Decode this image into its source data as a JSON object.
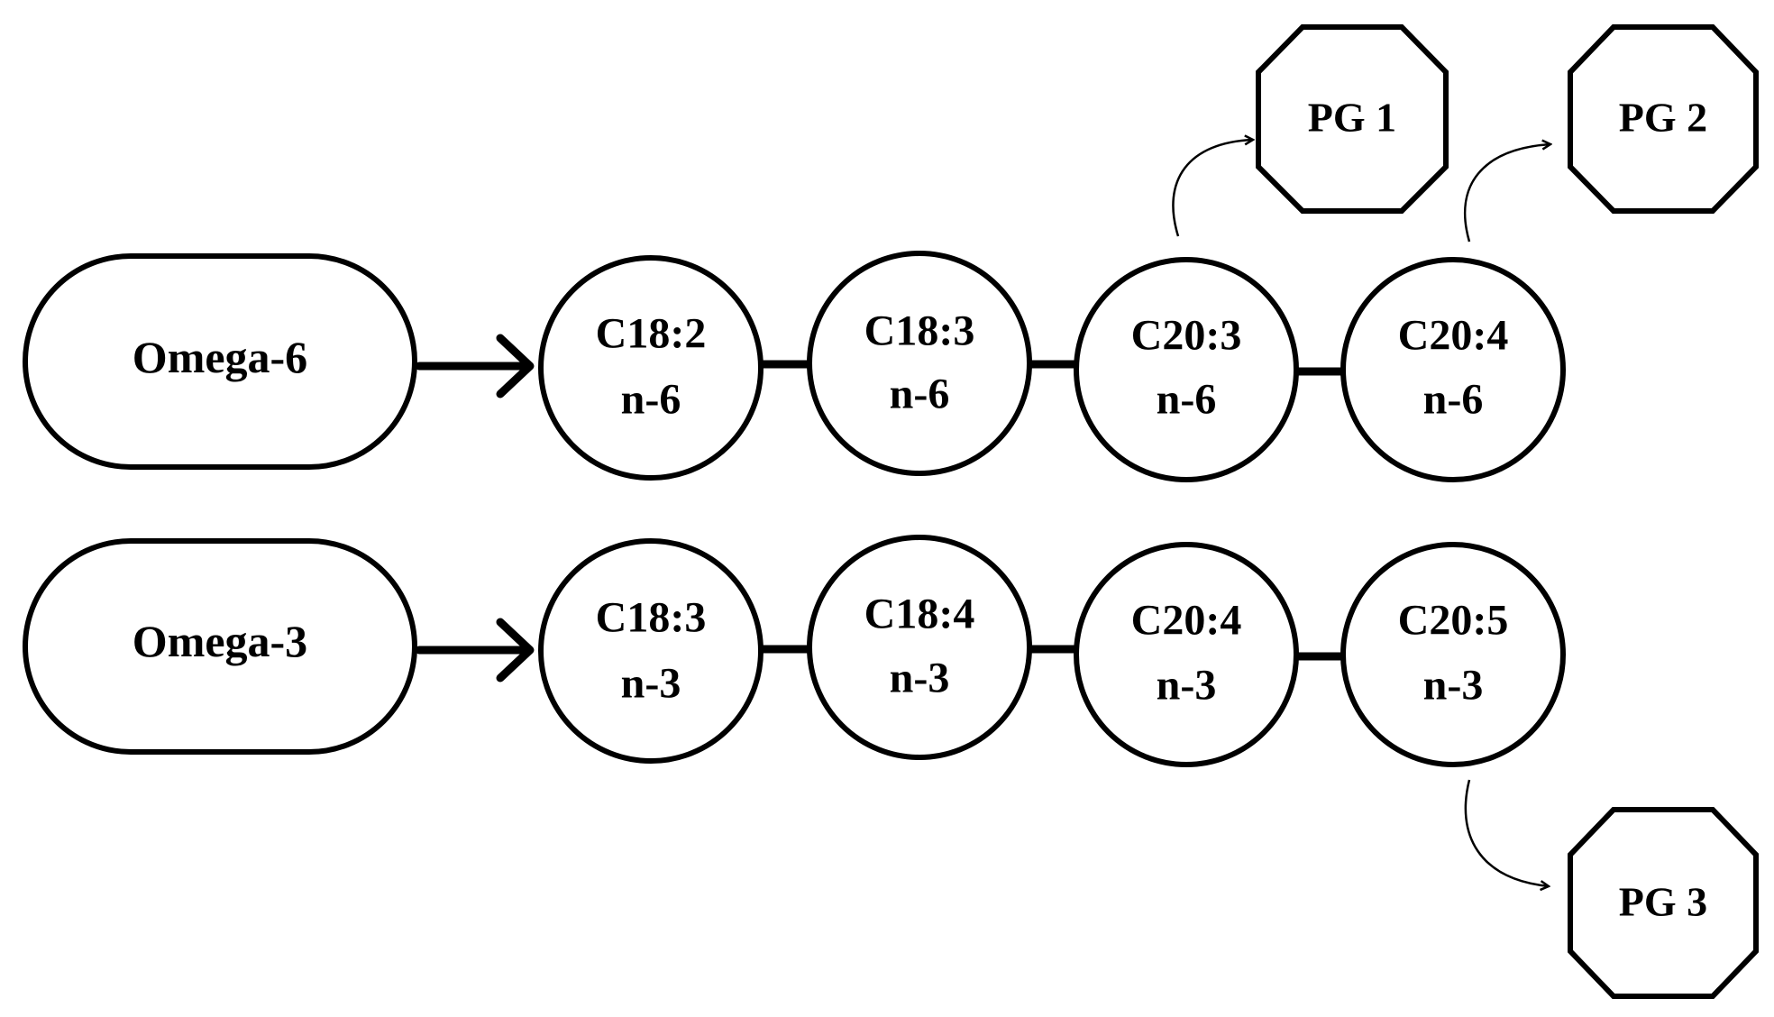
{
  "omega6": {
    "label": "Omega-6",
    "nodes": [
      {
        "line1": "C18:2",
        "line2": "n-6"
      },
      {
        "line1": "C18:3",
        "line2": "n-6"
      },
      {
        "line1": "C20:3",
        "line2": "n-6"
      },
      {
        "line1": "C20:4",
        "line2": "n-6"
      }
    ]
  },
  "omega3": {
    "label": "Omega-3",
    "nodes": [
      {
        "line1": "C18:3",
        "line2": "n-3"
      },
      {
        "line1": "C18:4",
        "line2": "n-3"
      },
      {
        "line1": "C20:4",
        "line2": "n-3"
      },
      {
        "line1": "C20:5",
        "line2": "n-3"
      }
    ]
  },
  "prostaglandins": {
    "pg1": "PG 1",
    "pg2": "PG 2",
    "pg3": "PG 3"
  }
}
